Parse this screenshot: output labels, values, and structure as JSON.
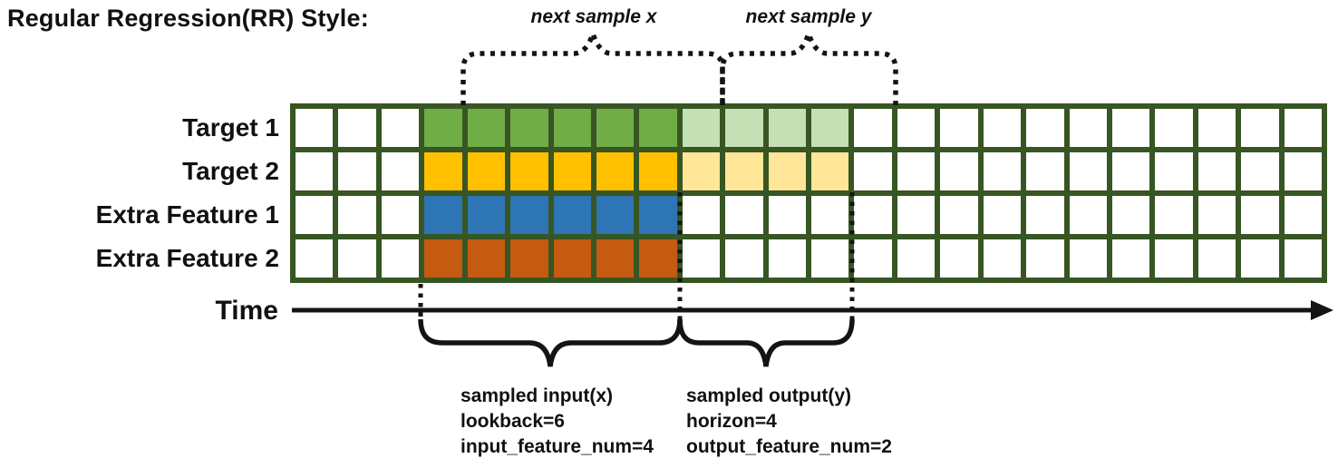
{
  "title": "Regular Regression(RR) Style:",
  "annotations": {
    "next_sample_x": "next sample x",
    "next_sample_y": "next sample y",
    "time_label": "Time",
    "input_block": [
      "sampled input(x)",
      "lookback=6",
      "input_feature_num=4"
    ],
    "output_block": [
      "sampled output(y)",
      "horizon=4",
      "output_feature_num=2"
    ]
  },
  "parameters": {
    "lookback": 6,
    "horizon": 4,
    "input_feature_num": 4,
    "output_feature_num": 2
  },
  "grid": {
    "columns": 24,
    "lead_empty": 3,
    "lookback": 6,
    "horizon": 4,
    "border_color": "#375623",
    "empty_cell_color": "#ffffff",
    "rows": [
      {
        "label": "Target 1",
        "input_color": "#70AD47",
        "output_color": "#C5E0B4"
      },
      {
        "label": "Target 2",
        "input_color": "#FFC000",
        "output_color": "#FFE699"
      },
      {
        "label": "Extra Feature 1",
        "input_color": "#2E75B6",
        "output_color": ""
      },
      {
        "label": "Extra Feature 2",
        "input_color": "#C55A11",
        "output_color": ""
      }
    ]
  },
  "colors": {
    "line_black": "#141414"
  }
}
